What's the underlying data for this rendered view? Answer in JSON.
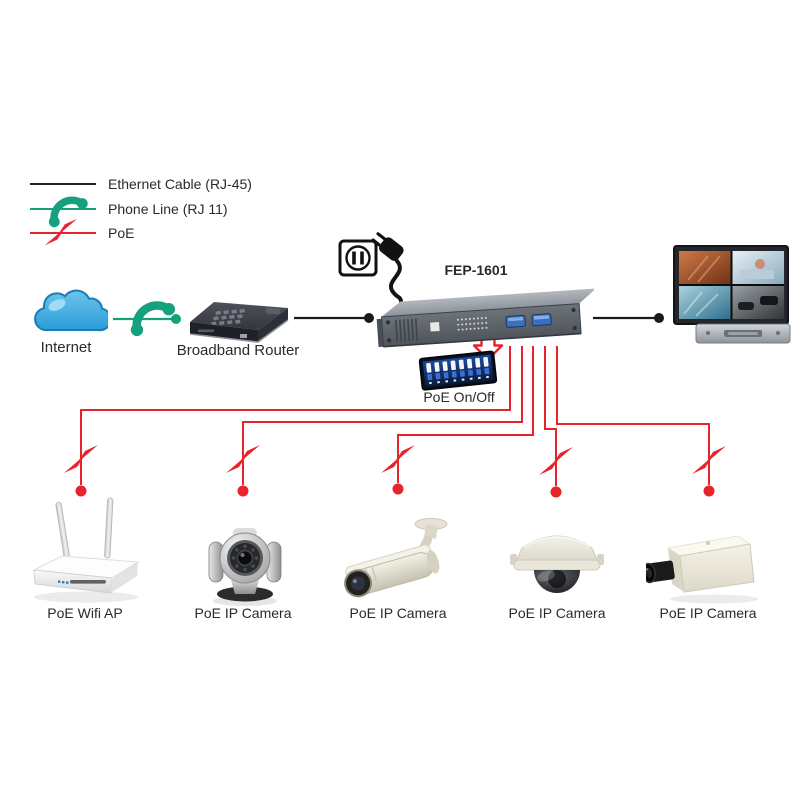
{
  "background": "#ffffff",
  "legend": {
    "items": [
      {
        "id": "ethernet",
        "label": "Ethernet Cable (RJ-45)",
        "color": "#231f20"
      },
      {
        "id": "phone",
        "label": "Phone Line (RJ 11)",
        "color": "#14a17c"
      },
      {
        "id": "poe",
        "label": "PoE",
        "color": "#e8232b"
      }
    ]
  },
  "nodes": {
    "internet": {
      "label": "Internet"
    },
    "router": {
      "label": "Broadband Router"
    },
    "switch": {
      "label": "FEP-1601"
    },
    "dip_switch": {
      "label": "PoE On/Off",
      "positions": 8
    }
  },
  "devices": [
    {
      "type": "wifi-ap",
      "label": "PoE Wifi AP"
    },
    {
      "type": "pan-tilt-camera",
      "label": "PoE IP Camera"
    },
    {
      "type": "bullet-camera",
      "label": "PoE IP Camera"
    },
    {
      "type": "dome-camera",
      "label": "PoE IP Camera"
    },
    {
      "type": "box-camera",
      "label": "PoE IP Camera"
    }
  ],
  "colors": {
    "ethernet_line": "#231f20",
    "phone_line": "#14a17c",
    "poe_line": "#e8232b",
    "cloud_blue": "#2b9cd8"
  }
}
